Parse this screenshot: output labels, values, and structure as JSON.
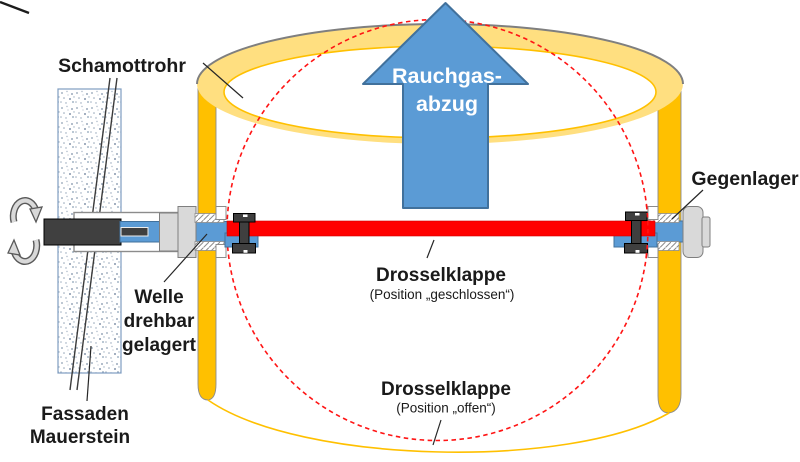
{
  "diagram": {
    "labels": {
      "flue_pipe": "Schamottrohr",
      "counter_bearing": "Gegenlager",
      "exhaust": {
        "line1": "Rauchgas-",
        "line2": "abzug"
      },
      "damper_closed": {
        "title": "Drosselklappe",
        "position": "(Position „geschlossen“)"
      },
      "damper_open": {
        "title": "Drosselklappe",
        "position": "(Position „offen“)"
      },
      "shaft_bearing": {
        "line1": "Welle",
        "line2": "drehbar",
        "line3": "gelagert"
      },
      "masonry": {
        "line1": "Fassaden",
        "line2": "Mauerstein"
      }
    },
    "icons": {
      "rotation": "rotation-arrows-icon",
      "exhaust_arrow": "block-arrow-up-icon"
    },
    "colors": {
      "pipe_wall": "#FFC000",
      "pipe_rim_band": "#FFDF80",
      "damper_plate_closed": "#FF0000",
      "damper_open_outline": "#FF1414",
      "shaft_blue": "#5B9BD5",
      "arrow_fill": "#5B9BD5",
      "arrow_border": "#41719C",
      "handle_dark": "#404040",
      "metal_light": "#D9D9D9",
      "masonry_outline": "#7E9CC0"
    }
  }
}
